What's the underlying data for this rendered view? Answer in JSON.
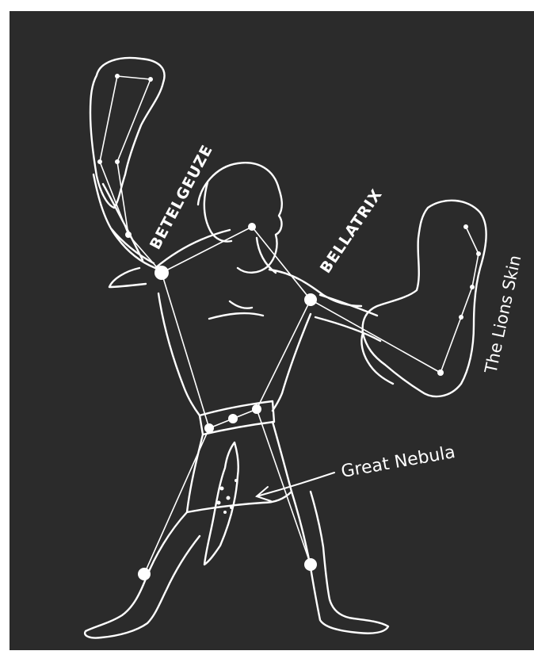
{
  "colors": {
    "background": "#ffffff",
    "sky": "#2b2b2b",
    "ink": "#ffffff"
  },
  "labels": {
    "betelgeuze": "BETELGEUZE",
    "bellatrix": "BELLATRIX",
    "lions_skin": "The Lions Skin",
    "great_nebula": "Great Nebula"
  }
}
